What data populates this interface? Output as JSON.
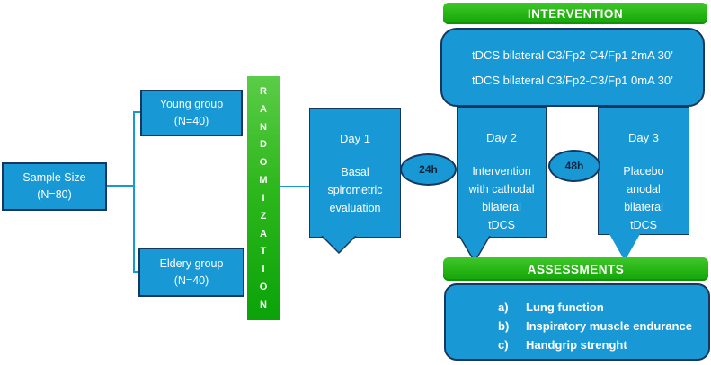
{
  "diagram": {
    "sample": {
      "line1": "Sample Size",
      "line2": "(N=80)"
    },
    "young": {
      "line1": "Young group",
      "line2": "(N=40)"
    },
    "eldery": {
      "line1": "Eldery group",
      "line2": "(N=40)"
    },
    "randomization": {
      "label": "RANDOMIZATION",
      "letters": [
        "R",
        "A",
        "N",
        "D",
        "O",
        "M",
        "I",
        "Z",
        "A",
        "T",
        "I",
        "O",
        "N"
      ]
    },
    "day1": {
      "title": "Day 1",
      "lines": [
        "Basal",
        "spirometric",
        "evaluation"
      ]
    },
    "interval1": "24h",
    "day2": {
      "title": "Day 2",
      "lines": [
        "Intervention",
        "with cathodal",
        "bilateral",
        "tDCS"
      ]
    },
    "interval2": "48h",
    "day3": {
      "title": "Day 3",
      "lines": [
        "Placebo",
        "anodal",
        "bilateral",
        "tDCS"
      ]
    },
    "intervention": {
      "header": "INTERVENTION",
      "lines": [
        "tDCS bilateral C3/Fp2-C4/Fp1 2mA 30’",
        "tDCS bilateral C3/Fp2-C3/Fp1 0mA 30’"
      ]
    },
    "assessments": {
      "header": "ASSESSMENTS",
      "items": [
        {
          "label": "a)",
          "text": "Lung function"
        },
        {
          "label": "b)",
          "text": "Inspiratory muscle endurance"
        },
        {
          "label": "c)",
          "text": "Handgrip strenght"
        }
      ]
    },
    "colors": {
      "node_blue": "#1899d6",
      "border_navy": "#17375e",
      "green_light": "#3fc72b",
      "green_dark": "#13a40b",
      "text_white": "#ffffff",
      "ellipse_text": "#0a2540"
    }
  }
}
